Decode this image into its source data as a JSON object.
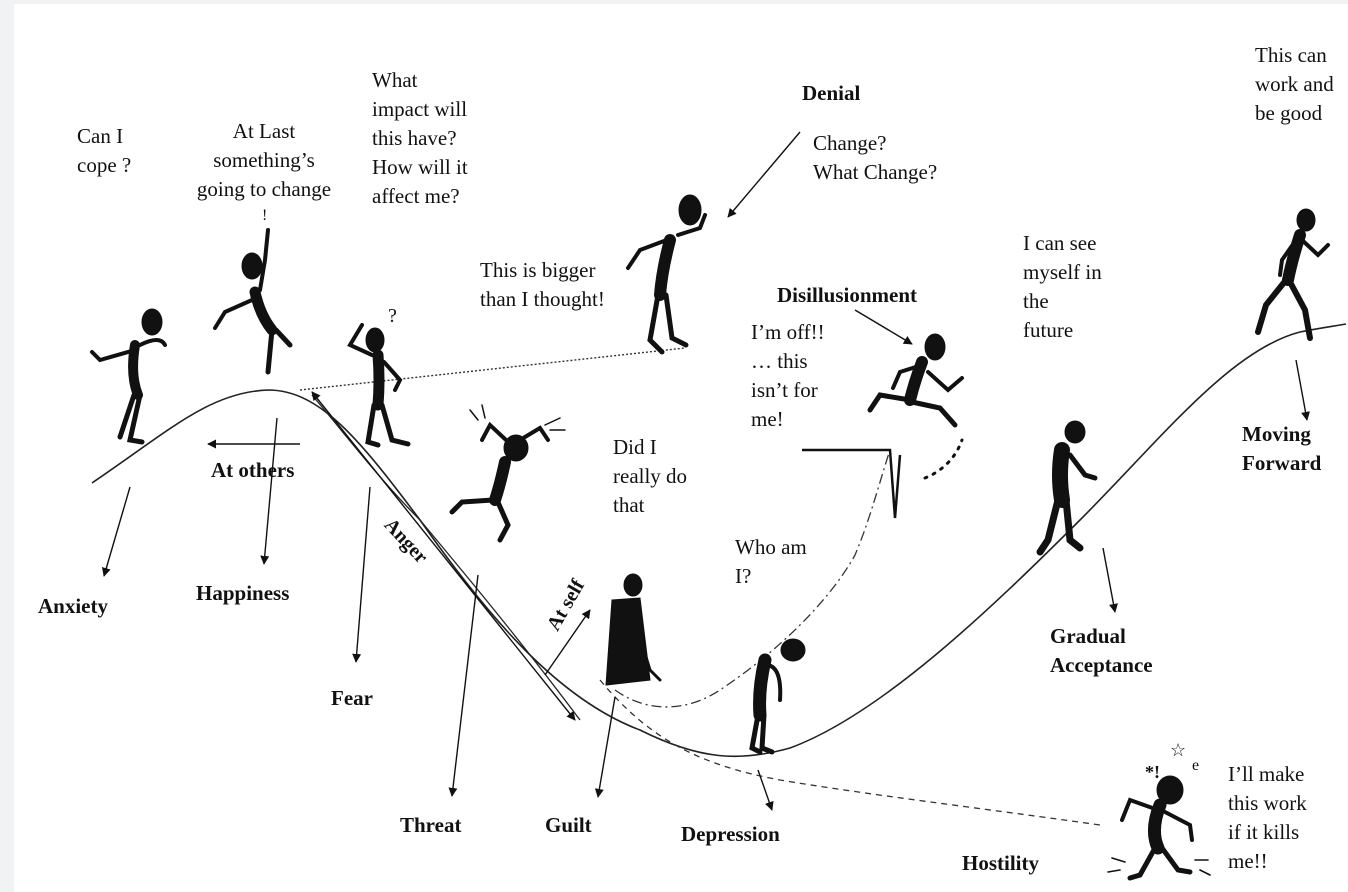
{
  "stages": {
    "anxiety": "Anxiety",
    "happiness": "Happiness",
    "fear": "Fear",
    "threat": "Threat",
    "guilt": "Guilt",
    "depression": "Depression",
    "hostility": "Hostility",
    "denial": "Denial",
    "disillusionment": "Disillusionment",
    "gradual_acceptance": [
      "Gradual",
      "Acceptance"
    ],
    "moving_forward": [
      "Moving",
      "Forward"
    ]
  },
  "arrow_labels": {
    "at_others": "At others",
    "anger": "Anger",
    "at_self": "At self"
  },
  "thoughts": {
    "can_i_cope": [
      "Can I",
      "cope ?"
    ],
    "at_last": [
      "At Last",
      "something’s",
      "going to change"
    ],
    "what_impact": [
      "What",
      "impact will",
      "this have?",
      "How will it",
      "affect me?"
    ],
    "bigger": [
      "This is bigger",
      "than I thought!"
    ],
    "change": [
      "Change?",
      "What Change?"
    ],
    "im_off": [
      "I’m off!!",
      "… this",
      "isn’t for",
      "me!"
    ],
    "did_i": [
      "Did I",
      "really do",
      "that"
    ],
    "who_am_i": [
      "Who am",
      "I?"
    ],
    "see_myself": [
      "I can see",
      "myself in",
      "the",
      "future"
    ],
    "this_can_work": [
      "This can",
      "work and",
      "be good"
    ],
    "make_this_work": [
      "I’ll make",
      "this work",
      "if it kills",
      "me!!"
    ]
  },
  "figure_icons": [
    "anxious-figure-icon",
    "celebrating-figure-icon",
    "questioning-figure-icon",
    "overwhelmed-figure-icon",
    "frustrated-figure-icon",
    "disillusioned-runner-icon",
    "guilty-figure-icon",
    "depressed-figure-icon",
    "walking-figure-icon",
    "running-figure-icon",
    "hostile-figure-icon"
  ],
  "colors": {
    "ink": "#111111",
    "background": "#ffffff"
  }
}
